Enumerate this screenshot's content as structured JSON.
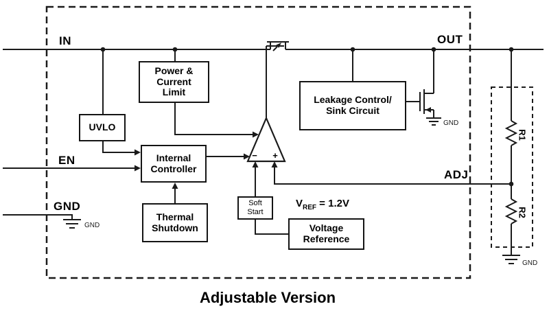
{
  "title": "Adjustable Version",
  "pins": {
    "in": "IN",
    "out": "OUT",
    "en": "EN",
    "gnd": "GND",
    "adj": "ADJ"
  },
  "blocks": {
    "power_limit": "Power &\nCurrent\nLimit",
    "uvlo": "UVLO",
    "internal_controller": "Internal\nController",
    "thermal_shutdown": "Thermal\nShutdown",
    "soft_start": "Soft\nStart",
    "voltage_reference": "Voltage\nReference",
    "leakage_control": "Leakage Control/\nSink Circuit"
  },
  "labels": {
    "vref_symbol": "V",
    "vref_sub": "REF",
    "vref_value": " = 1.2V",
    "r1": "R1",
    "r2": "R2",
    "gnd_small_left": "GND",
    "gnd_small_sink": "GND",
    "gnd_small_divider": "GND",
    "opamp_minus": "−",
    "opamp_plus": "+"
  },
  "colors": {
    "line": "#1a1a1a",
    "text": "#000000",
    "background": "#ffffff"
  }
}
